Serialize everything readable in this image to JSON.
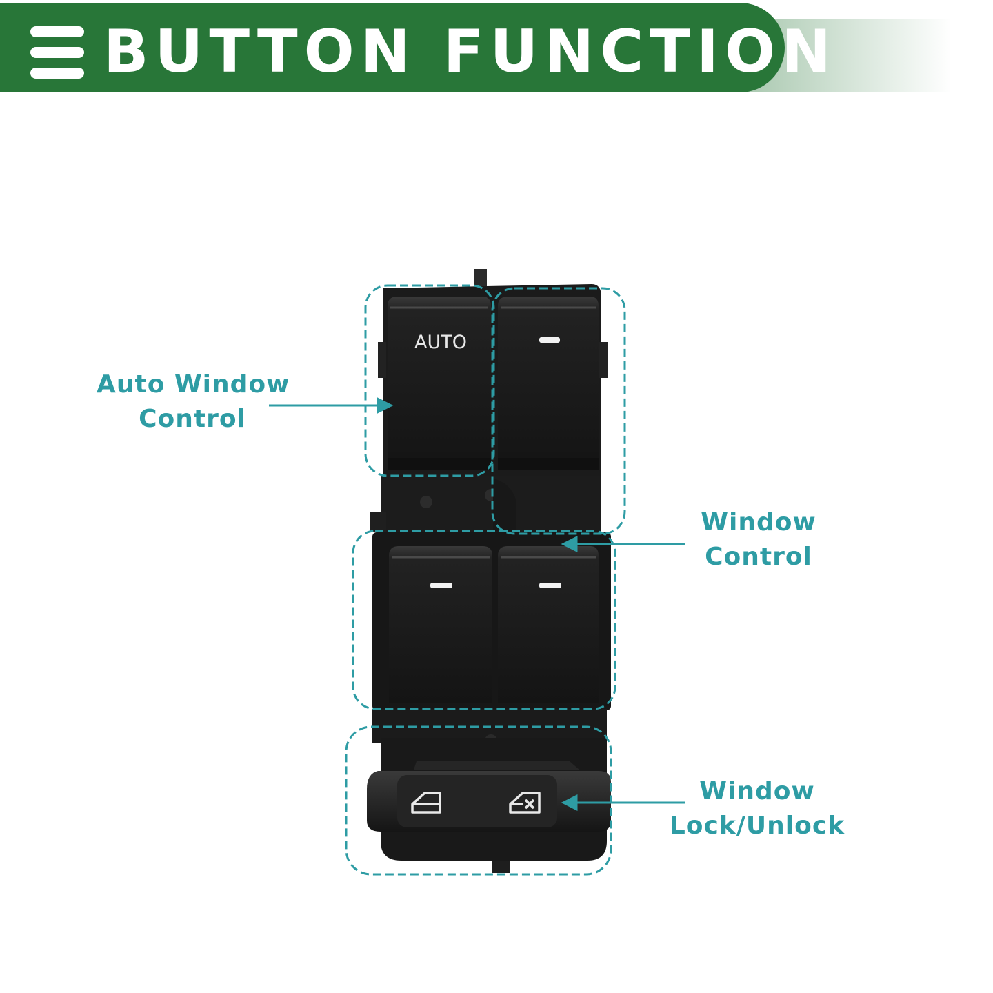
{
  "banner": {
    "title": "BUTTON FUNCTION",
    "color": "#287638",
    "menu_icon": "menu-icon"
  },
  "product": {
    "auto_button_label": "AUTO",
    "window_button_glyph": "—"
  },
  "callouts": {
    "color": "#2e9ca4",
    "auto_window": {
      "line1": "Auto Window",
      "line2": "Control"
    },
    "window": {
      "line1": "Window",
      "line2": "Control"
    },
    "lock": {
      "line1": "Window",
      "line2": "Lock/Unlock"
    }
  }
}
